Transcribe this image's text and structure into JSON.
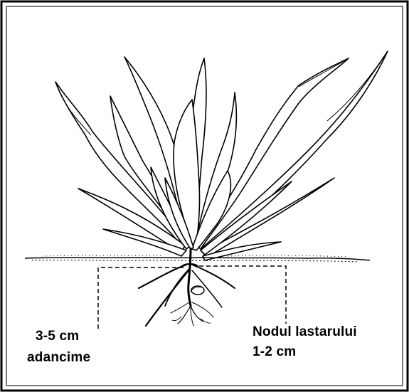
{
  "labels": {
    "depth_value": "3-5 cm",
    "depth_word": "adancime",
    "node_title": "Nodul lastarului",
    "node_value": "1-2 cm"
  },
  "colors": {
    "ink": "#000000",
    "background": "#ffffff",
    "frame_outer": "#000000",
    "frame_inner": "#7a7a7a"
  }
}
